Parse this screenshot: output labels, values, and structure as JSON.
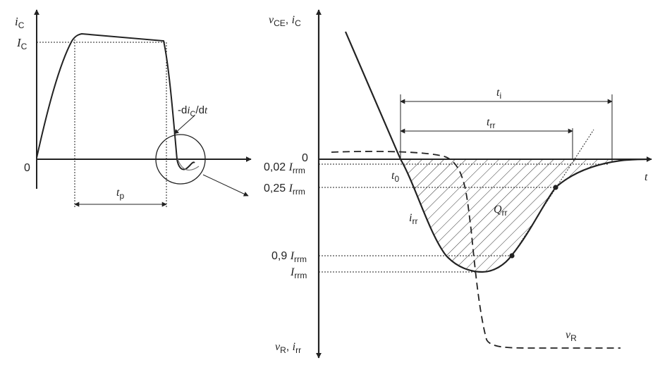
{
  "diagram": {
    "colors": {
      "ink": "#222222",
      "paper": "#ffffff"
    },
    "left": {
      "y_axis": {
        "sym": "i",
        "sub": "C"
      },
      "level": {
        "sym": "I",
        "sub": "C"
      },
      "origin": "0",
      "pulse_width": {
        "sym": "t",
        "sub": "p"
      },
      "slope": {
        "pre": "-d",
        "sym": "i",
        "sub": "C",
        "mid": "/d",
        "sym2": "t"
      }
    },
    "right": {
      "y_axis_top": {
        "sym1": "v",
        "sub1": "CE",
        "comma": ", ",
        "sym2": "i",
        "sub2": "C"
      },
      "y_axis_bottom": {
        "sym1": "v",
        "sub1": "R",
        "comma": ", ",
        "sym2": "i",
        "sub2": "rr"
      },
      "x_axis": {
        "sym": "t"
      },
      "zero": "0",
      "levels": [
        {
          "coef": "0,02 ",
          "sym": "I",
          "sub": "rrm"
        },
        {
          "coef": "0,25 ",
          "sym": "I",
          "sub": "rrm"
        },
        {
          "coef": "0,9 ",
          "sym": "I",
          "sub": "rrm"
        },
        {
          "coef": "",
          "sym": "I",
          "sub": "rrm"
        }
      ],
      "t0": {
        "sym": "t",
        "sub": "0"
      },
      "ti": {
        "sym": "t",
        "sub": "i"
      },
      "trr": {
        "sym": "t",
        "sub": "rr"
      },
      "Qrr": {
        "sym": "Q",
        "sub": "rr"
      },
      "irr": {
        "sym": "i",
        "sub": "rr"
      },
      "vR": {
        "sym": "v",
        "sub": "R"
      }
    }
  }
}
